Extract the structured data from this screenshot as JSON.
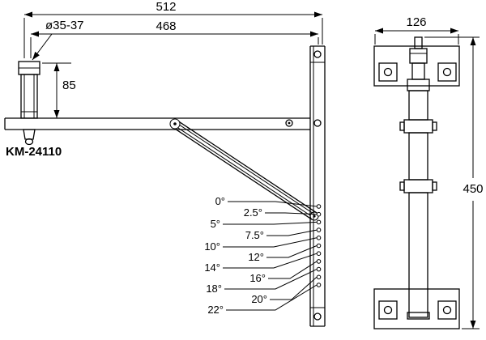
{
  "model": "KM-24110",
  "dims": {
    "total_width": "512",
    "arm_width": "468",
    "pole_diameter": "ø35-37",
    "pole_height": "85",
    "depth": "126",
    "height": "450"
  },
  "angles": [
    "0°",
    "2.5°",
    "5°",
    "7.5°",
    "10°",
    "12°",
    "14°",
    "16°",
    "18°",
    "20°",
    "22°"
  ],
  "colors": {
    "line": "#000000",
    "background": "#ffffff"
  }
}
